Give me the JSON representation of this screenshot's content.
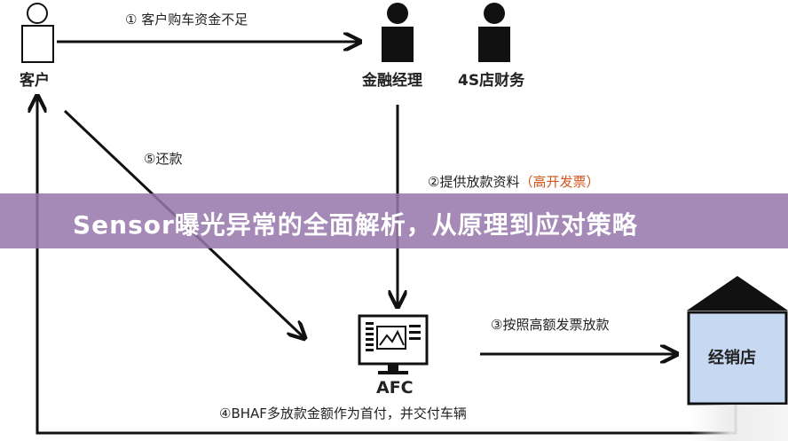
{
  "actors": {
    "customer": "客户",
    "finance_manager": "金融经理",
    "store_finance": "4S店财务",
    "afc": "AFC",
    "dealer": "经销店"
  },
  "steps": {
    "step1": "① 客户购车资金不足",
    "step2": "②提供放款资料",
    "step2_note": "（高开发票）",
    "step3": "③按照高额发票放款",
    "step4": "④BHAF多放款金额作为首付，并交付车辆",
    "step5": "⑤还款"
  },
  "banner": {
    "title": "Sensor曝光异常的全面解析，从原理到应对策略"
  },
  "colors": {
    "banner_bg": "#9676aa",
    "highlight": "#d2541c",
    "dealer_fill": "#c7d9f2"
  }
}
